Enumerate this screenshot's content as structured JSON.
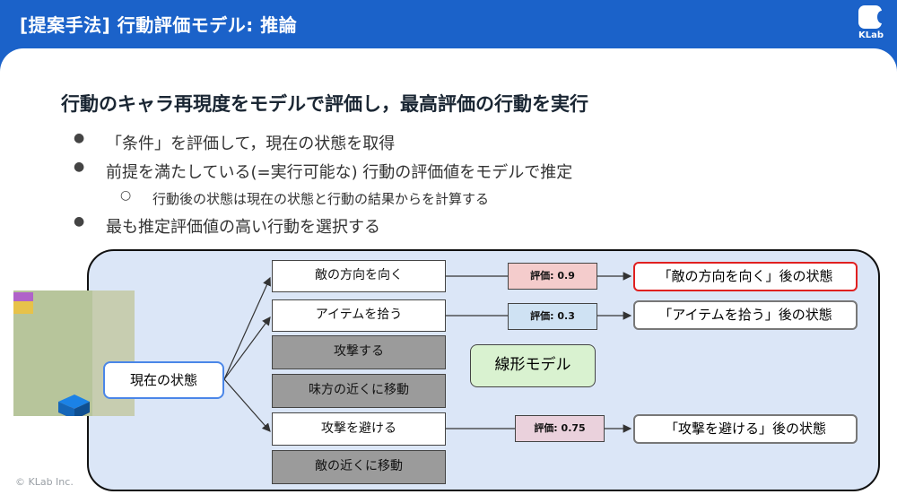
{
  "header": {
    "title": "[提案手法] 行動評価モデル: 推論"
  },
  "logo": {
    "text": "KLab"
  },
  "main": {
    "title": "行動のキャラ再現度をモデルで評価し，最高評価の行動を実行",
    "bullets": [
      "「条件」を評価して，現在の状態を取得",
      "前提を満たしている(=実行可能な) 行動の評価値をモデルで推定",
      "最も推定評価値の高い行動を選択する"
    ],
    "sub_bullet": "行動後の状態は現在の状態と行動の結果からを計算する",
    "bullet_dot": "●",
    "sub_dot": "○"
  },
  "diagram": {
    "current_state": "現在の状態",
    "actions": [
      {
        "label": "敵の方向を向く",
        "available": true
      },
      {
        "label": "アイテムを拾う",
        "available": true
      },
      {
        "label": "攻撃する",
        "available": false
      },
      {
        "label": "味方の近くに移動",
        "available": false
      },
      {
        "label": "攻撃を避ける",
        "available": true
      },
      {
        "label": "敵の近くに移動",
        "available": false
      }
    ],
    "evaluations": [
      "評価: 0.9",
      "評価: 0.3",
      "評価: 0.75"
    ],
    "results": [
      "「敵の方向を向く」後の状態",
      "「アイテムを拾う」後の状態",
      "「攻撃を避ける」後の状態"
    ],
    "model_label": "線形モデル",
    "colors": {
      "eval_top": "#f4cccc",
      "eval_mid": "#cfe2f3",
      "eval_low": "#ead1dc",
      "selected_border": "#e02020",
      "unavailable": "#9b9b9b",
      "current_state_border": "#4a86e8",
      "model_fill": "#d9f2d0"
    }
  },
  "footer": {
    "copyright": "© KLab Inc."
  }
}
